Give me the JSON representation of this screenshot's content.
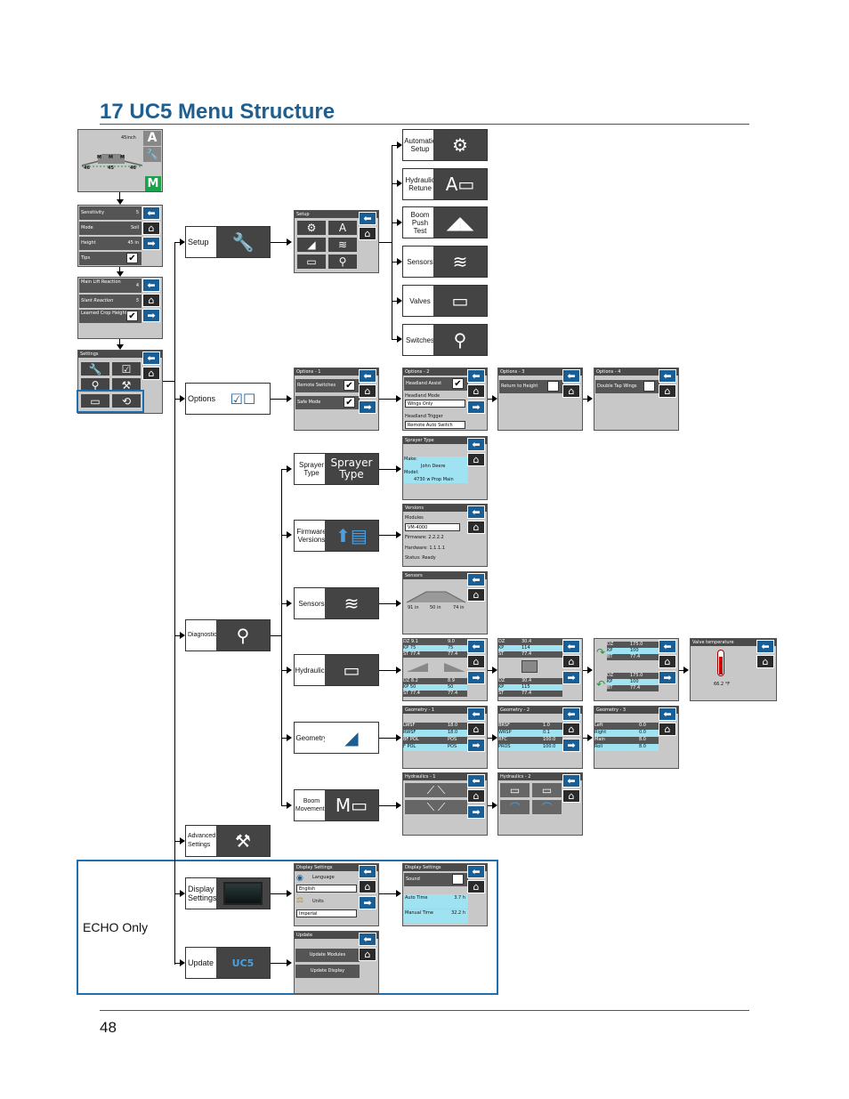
{
  "page": {
    "title": "17  UC5 Menu Structure",
    "number": "48",
    "echo_label": "ECHO Only"
  },
  "left_chain": {
    "home": {
      "width_label": "45inch",
      "heights": [
        "46",
        "45",
        "46"
      ],
      "modes": [
        "M",
        "M",
        "M"
      ],
      "auto_label": "A",
      "manual_label": "M"
    },
    "screen2": {
      "rows": [
        {
          "label": "Sensitivity",
          "value": "5"
        },
        {
          "label": "Mode",
          "value": "Soil"
        },
        {
          "label": "Height",
          "value": "45  in"
        },
        {
          "label": "Tips",
          "value": ""
        }
      ]
    },
    "screen3": {
      "rows": [
        {
          "label": "Main Lift Reaction",
          "value": "4"
        },
        {
          "label": "Slant Reaction",
          "value": "5"
        },
        {
          "label": "Learned Crop Height",
          "value": ""
        }
      ]
    },
    "screen4": {
      "title": "Settings"
    }
  },
  "menu": {
    "setup": "Setup",
    "options": "Options",
    "diagnostics": "Diagnostics",
    "advanced": "Advanced Settings",
    "display": "Display Settings",
    "update": "Update"
  },
  "setup_screen": {
    "title": "Setup"
  },
  "setup_items": [
    {
      "label": "Automatic Setup"
    },
    {
      "label": "Hydraulic Retune"
    },
    {
      "label": "Boom Push Test"
    },
    {
      "label": "Sensors"
    },
    {
      "label": "Valves"
    },
    {
      "label": "Switches"
    }
  ],
  "options": {
    "o1": {
      "title": "Options - 1",
      "rows": [
        "Remote Switches",
        "Safe Mode"
      ]
    },
    "o2": {
      "title": "Options - 2",
      "headland_assist": "Headland Assist",
      "headland_mode": "Headland Mode",
      "headland_mode_val": "Wings Only",
      "headland_trigger": "Headland Trigger",
      "headland_trigger_val": "Remote Auto Switch"
    },
    "o3": {
      "title": "Options - 3",
      "row": "Return to Height"
    },
    "o4": {
      "title": "Options - 4",
      "row": "Double Tap Wings"
    }
  },
  "diag": {
    "sprayer_type": {
      "label": "Sprayer Type",
      "icon_text": "Sprayer Type",
      "title": "Sprayer Type",
      "make_label": "Make:",
      "make": "John Deere",
      "model_label": "Model:",
      "model": "4730 w Prop Main"
    },
    "firmware": {
      "label": "Firmware Versions",
      "title": "Versions",
      "modules": "Modules",
      "module_val": "VM-4000",
      "firmware": "Firmware: 2.2.2.2",
      "hardware": "Hardware: 1.1.1.1",
      "status": "Status: Ready"
    },
    "sensors": {
      "label": "Sensors",
      "title": "Sensors",
      "vals": [
        "91 in",
        "50 in",
        "74 in"
      ]
    },
    "hydraulics": {
      "label": "Hydraulics",
      "h1": {
        "top": [
          [
            "DZ",
            "9.1",
            "9.0"
          ],
          [
            "KP",
            "75",
            "75"
          ],
          [
            "ST",
            "77.4",
            "77.4"
          ]
        ],
        "bot": [
          [
            "DZ",
            "8.2",
            "8.9"
          ],
          [
            "KP",
            "50",
            "50"
          ],
          [
            "ST",
            "77.4",
            "77.4"
          ]
        ]
      },
      "h2": {
        "top": [
          [
            "DZ",
            "30.4"
          ],
          [
            "KP",
            "114"
          ],
          [
            "ST",
            "77.4"
          ]
        ],
        "bot": [
          [
            "DZ",
            "30.4"
          ],
          [
            "KP",
            "115"
          ],
          [
            "ST",
            "77.4"
          ]
        ]
      },
      "h3": {
        "top": [
          [
            "DZ",
            "175.0"
          ],
          [
            "KP",
            "100"
          ],
          [
            "BT",
            "77.4"
          ]
        ],
        "bot": [
          [
            "DZ",
            "175.0"
          ],
          [
            "KP",
            "100"
          ],
          [
            "BT",
            "77.4"
          ]
        ]
      },
      "h4": {
        "title": "Valve temperature",
        "temp": "66.2 °F"
      }
    },
    "geometry": {
      "label": "Geometry",
      "g1": {
        "title": "Geometry - 1",
        "rows": [
          [
            "LWSF",
            "18.0"
          ],
          [
            "RWSF",
            "18.0"
          ],
          [
            "BF POL",
            "POS"
          ],
          [
            "F POL",
            "POS"
          ]
        ]
      },
      "g2": {
        "title": "Geometry - 2",
        "rows": [
          [
            "BRSF",
            "1.0"
          ],
          [
            "WRSP",
            "0.1"
          ],
          [
            "RFC",
            "100.0"
          ],
          [
            "PROS",
            "100.0"
          ]
        ]
      },
      "g3": {
        "title": "Geometry - 3",
        "rows": [
          [
            "Left",
            "0.0"
          ],
          [
            "Right",
            "0.0"
          ],
          [
            "Main",
            "8.0"
          ],
          [
            "Roll",
            "8.0"
          ]
        ]
      }
    },
    "boom": {
      "label": "Boom Movements",
      "b1": {
        "title": "Hydraulics - 1"
      },
      "b2": {
        "title": "Hydraulics - 2"
      }
    }
  },
  "display": {
    "ds1": {
      "title": "Display Settings",
      "language": "Language",
      "language_val": "English",
      "units": "Units",
      "units_val": "Imperial"
    },
    "ds2": {
      "title": "Display Settings",
      "sound": "Sound",
      "auto_time": "Auto Time",
      "auto_time_val": "3.7 h",
      "manual_time": "Manual Time",
      "manual_time_val": "32.2 h"
    }
  },
  "update": {
    "title": "Update",
    "modules": "Update Modules",
    "display": "Update Display",
    "icon_text": "UC5"
  }
}
